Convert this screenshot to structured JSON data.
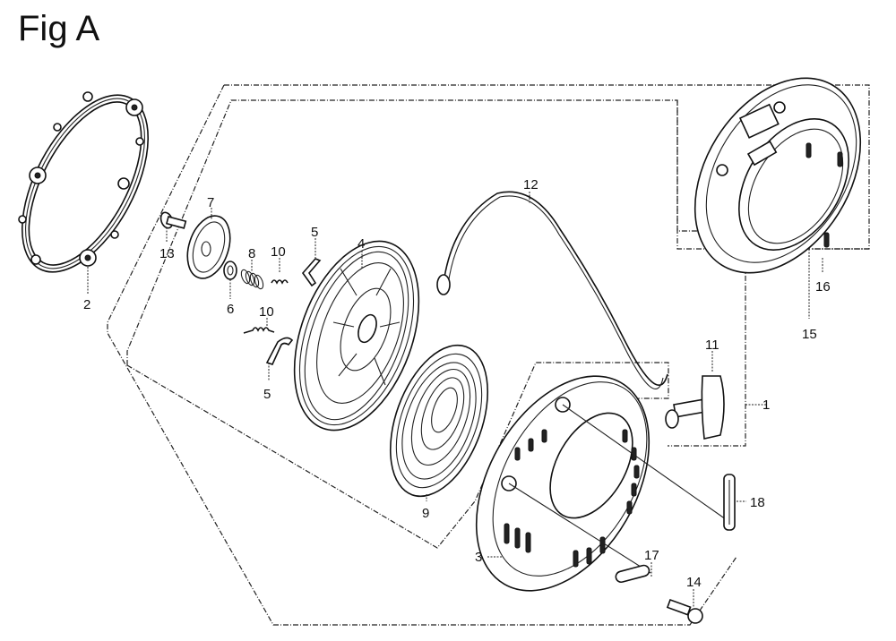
{
  "figure": {
    "title": "Fig A",
    "type": "exploded parts diagram - recoil starter assembly"
  },
  "callouts": [
    {
      "id": "c1",
      "label": "1",
      "part": "recoil-starter-assembly"
    },
    {
      "id": "c2",
      "label": "2",
      "part": "gasket-ring"
    },
    {
      "id": "c3",
      "label": "3",
      "part": "starter-case"
    },
    {
      "id": "c4",
      "label": "4",
      "part": "reel"
    },
    {
      "id": "c5a",
      "label": "5",
      "part": "ratchet-upper"
    },
    {
      "id": "c5b",
      "label": "5",
      "part": "ratchet-lower"
    },
    {
      "id": "c6",
      "label": "6",
      "part": "washer"
    },
    {
      "id": "c7",
      "label": "7",
      "part": "friction-plate"
    },
    {
      "id": "c8",
      "label": "8",
      "part": "friction-spring"
    },
    {
      "id": "c9",
      "label": "9",
      "part": "recoil-spring"
    },
    {
      "id": "c10a",
      "label": "10",
      "part": "return-spring-upper"
    },
    {
      "id": "c10b",
      "label": "10",
      "part": "return-spring-lower"
    },
    {
      "id": "c11",
      "label": "11",
      "part": "starter-grip"
    },
    {
      "id": "c12",
      "label": "12",
      "part": "starter-rope"
    },
    {
      "id": "c13",
      "label": "13",
      "part": "setting-screw"
    },
    {
      "id": "c14",
      "label": "14",
      "part": "flange-bolt"
    },
    {
      "id": "c15",
      "label": "15",
      "part": "starter-pulley-assembly-group"
    },
    {
      "id": "c16",
      "label": "16",
      "part": "starter-pulley"
    },
    {
      "id": "c17",
      "label": "17",
      "part": "collar"
    },
    {
      "id": "c18",
      "label": "18",
      "part": "label-caution"
    }
  ]
}
